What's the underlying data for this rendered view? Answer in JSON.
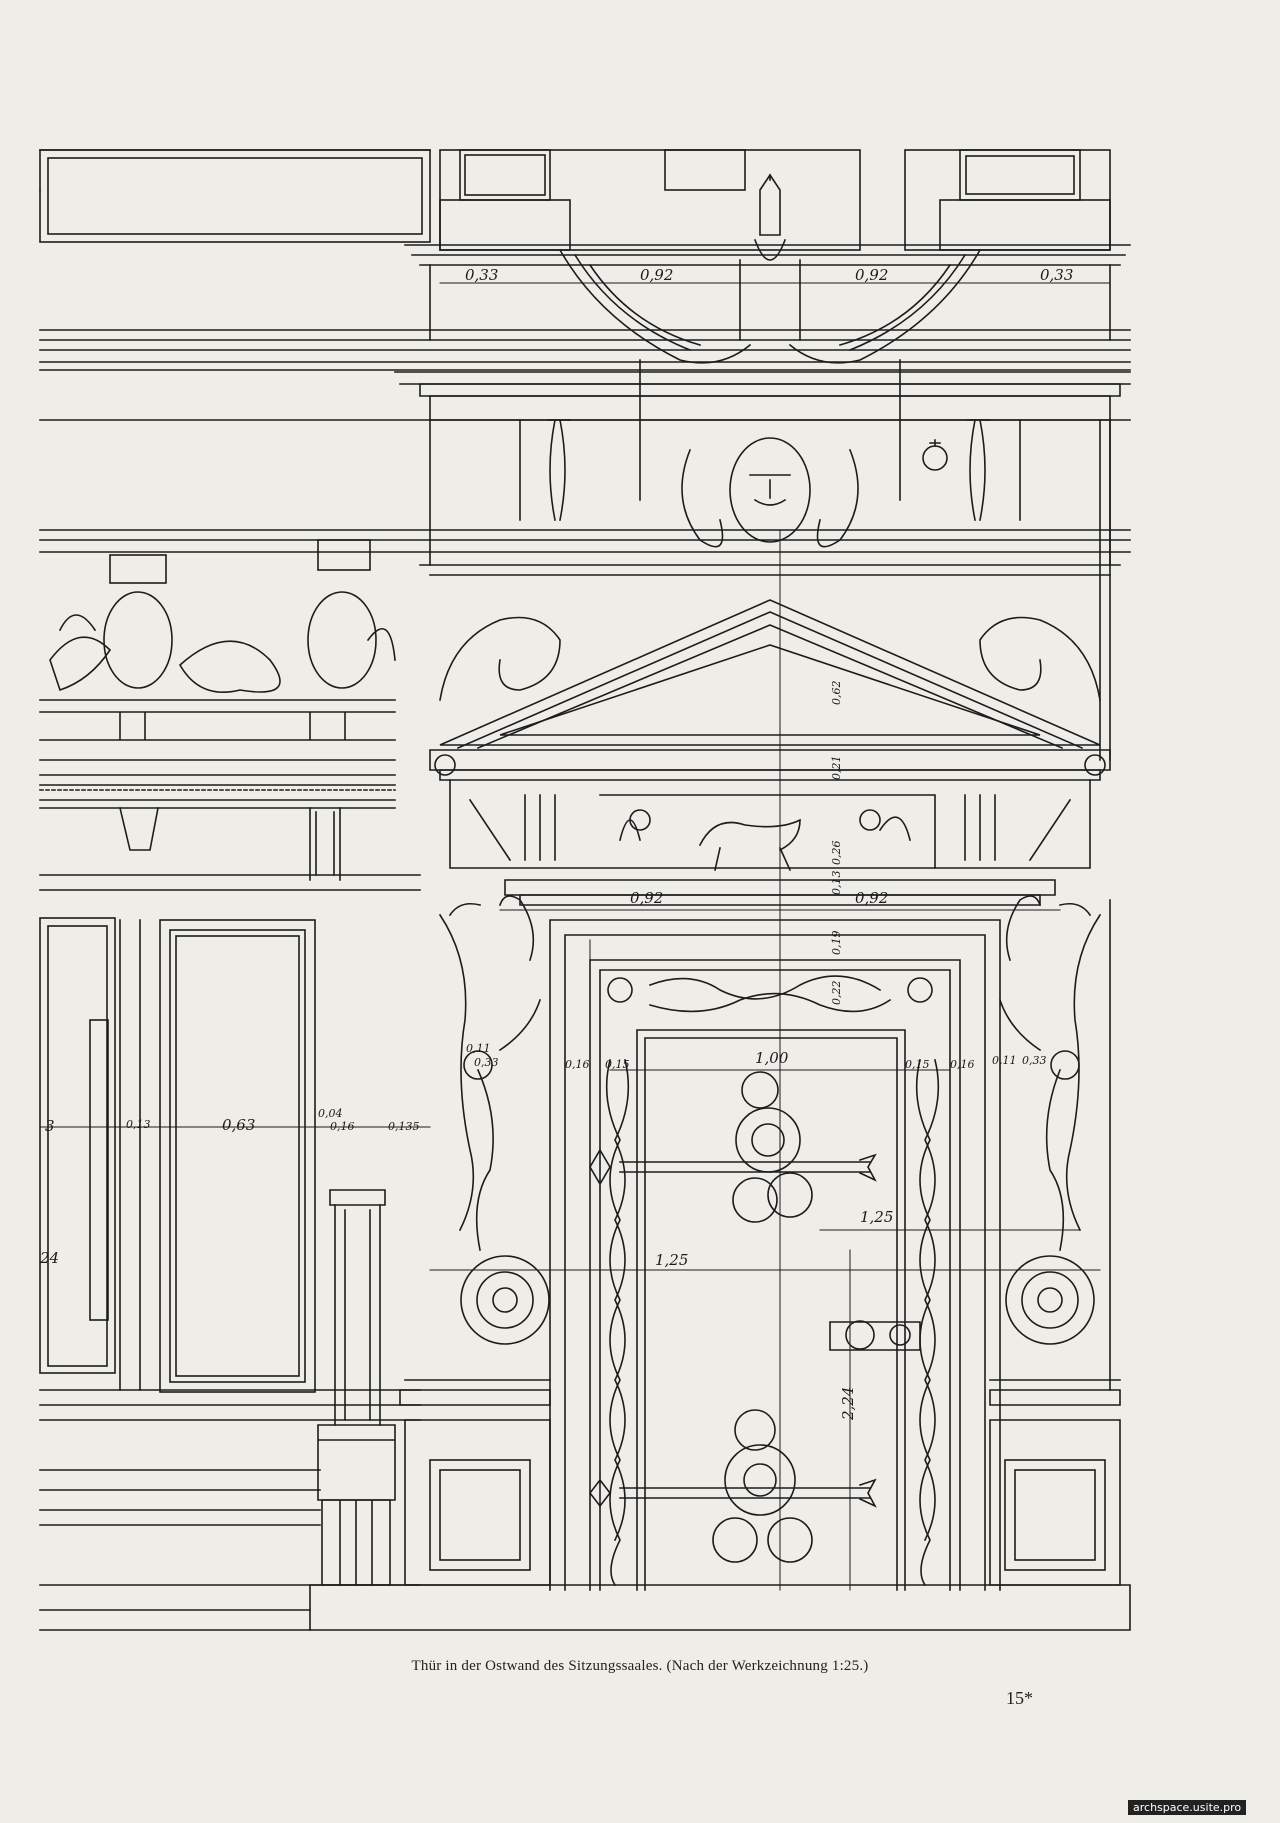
{
  "caption": "Thür in der Ostwand des Sitzungssaales. (Nach der Werkzeichnung 1:25.)",
  "page_number": "15*",
  "watermark": "archspace.usite.pro",
  "dimensions": {
    "cornice_left": "0,33",
    "cornice_mid_left": "0,92",
    "cornice_mid_right": "0,92",
    "cornice_right": "0,33",
    "lintel_left": "0,92",
    "lintel_right": "0,92",
    "door_width": "1,00",
    "door_half_upper": "1,25",
    "door_half_lower": "1,25",
    "door_height": "2,24",
    "pediment_height": "0,62",
    "frieze_1": "0,21",
    "frieze_2": "0,26",
    "frieze_3": "0,13",
    "frieze_4": "0,19",
    "frieze_5": "0,22",
    "jamb_left_a": "0,16",
    "jamb_left_b": "0,15",
    "jamb_right_a": "0,15",
    "jamb_right_b": "0,16",
    "pilaster_left_a": "0,11",
    "pilaster_left_b": "0,33",
    "pilaster_right_a": "0,11",
    "pilaster_right_b": "0,33",
    "panel_left": "0,13",
    "panel_mid": "0,63",
    "panel_gap_a": "0,04",
    "panel_gap_b": "0,16",
    "panel_right": "0,135",
    "left_edge_a": "3",
    "left_edge_b": "24"
  }
}
